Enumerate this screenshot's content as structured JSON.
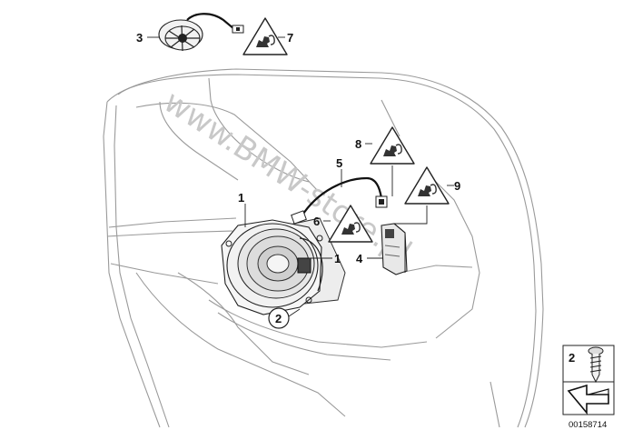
{
  "watermark": "www.BMW-store.pl",
  "callouts": {
    "c1a": "1",
    "c1b": "1",
    "c2": "2",
    "c3": "3",
    "c4": "4",
    "c5": "5",
    "c6": "6",
    "c7": "7",
    "c8": "8",
    "c9": "9"
  },
  "legend": {
    "item_number": "2"
  },
  "reference_number": "00158714",
  "icons": {
    "warning": "esd-warning-triangle-icon",
    "tweeter": "tweeter-speaker-icon",
    "speaker": "door-loudspeaker-icon",
    "screw": "screw-icon",
    "arrow": "assembly-arrow-icon"
  }
}
